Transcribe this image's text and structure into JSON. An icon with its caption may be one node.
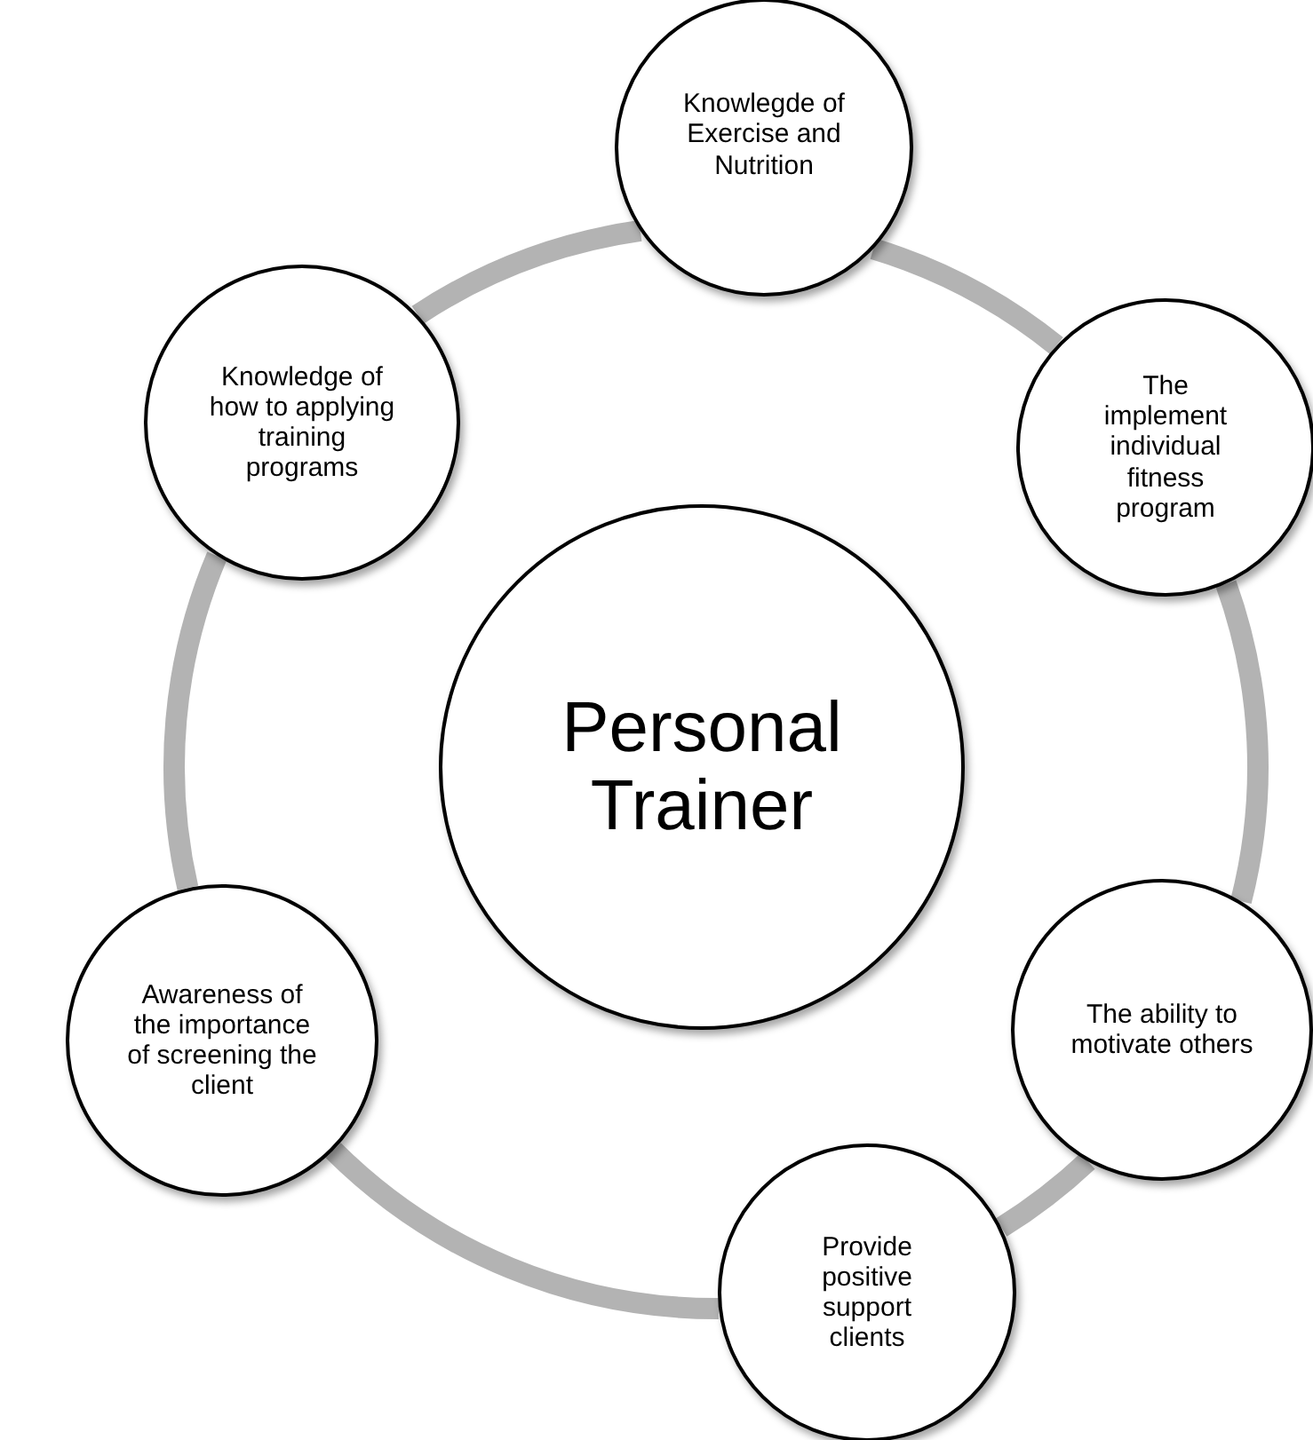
{
  "diagram": {
    "nodes": [
      {
        "text": [
          "Personal Trainer"
        ]
      },
      {
        "text": [
          "Knowlegde of Exercise and Nutrition"
        ]
      },
      {
        "text": [
          "The implement individual fitness program"
        ]
      },
      {
        "text": [
          "The ability to motivate others"
        ]
      },
      {
        "text": [
          "Provide positive support clients"
        ]
      },
      {
        "text": [
          "Awareness of the importance of screening the client"
        ]
      },
      {
        "text": [
          "Knowledge of how to applying training programs"
        ]
      }
    ],
    "edges": [
      {
        "from": 1,
        "to": 2,
        "arrow": "none"
      },
      {
        "from": 2,
        "to": 3,
        "arrow": "none"
      },
      {
        "from": 3,
        "to": 4,
        "arrow": "none"
      },
      {
        "from": 4,
        "to": 5,
        "arrow": "none"
      },
      {
        "from": 5,
        "to": 6,
        "arrow": "none"
      },
      {
        "from": 6,
        "to": 1,
        "arrow": "none"
      }
    ]
  }
}
